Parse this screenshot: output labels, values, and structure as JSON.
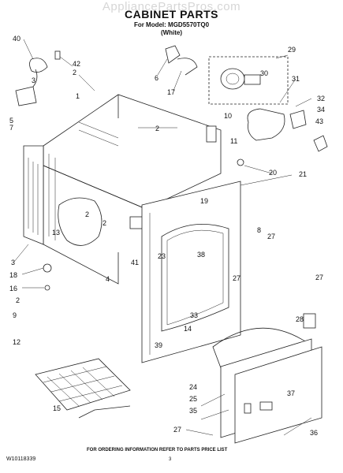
{
  "header": {
    "watermark": "AppliancePartsPros.com",
    "title": "CABINET PARTS",
    "model": "For Model: MGD5570TQ0",
    "color": "(White)"
  },
  "footer": {
    "doc_number": "W10118339",
    "note": "FOR ORDERING INFORMATION REFER TO PARTS PRICE LIST",
    "page": "3"
  },
  "callouts": [
    "40",
    "42",
    "3",
    "2",
    "1",
    "5",
    "7",
    "6",
    "17",
    "29",
    "30",
    "31",
    "32",
    "34",
    "43",
    "2",
    "10",
    "11",
    "20",
    "21",
    "19",
    "2",
    "13",
    "2",
    "23",
    "38",
    "8",
    "27",
    "3",
    "41",
    "18",
    "16",
    "4",
    "2",
    "9",
    "27",
    "33",
    "14",
    "27",
    "12",
    "39",
    "28",
    "24",
    "25",
    "35",
    "37",
    "15",
    "27",
    "36"
  ]
}
